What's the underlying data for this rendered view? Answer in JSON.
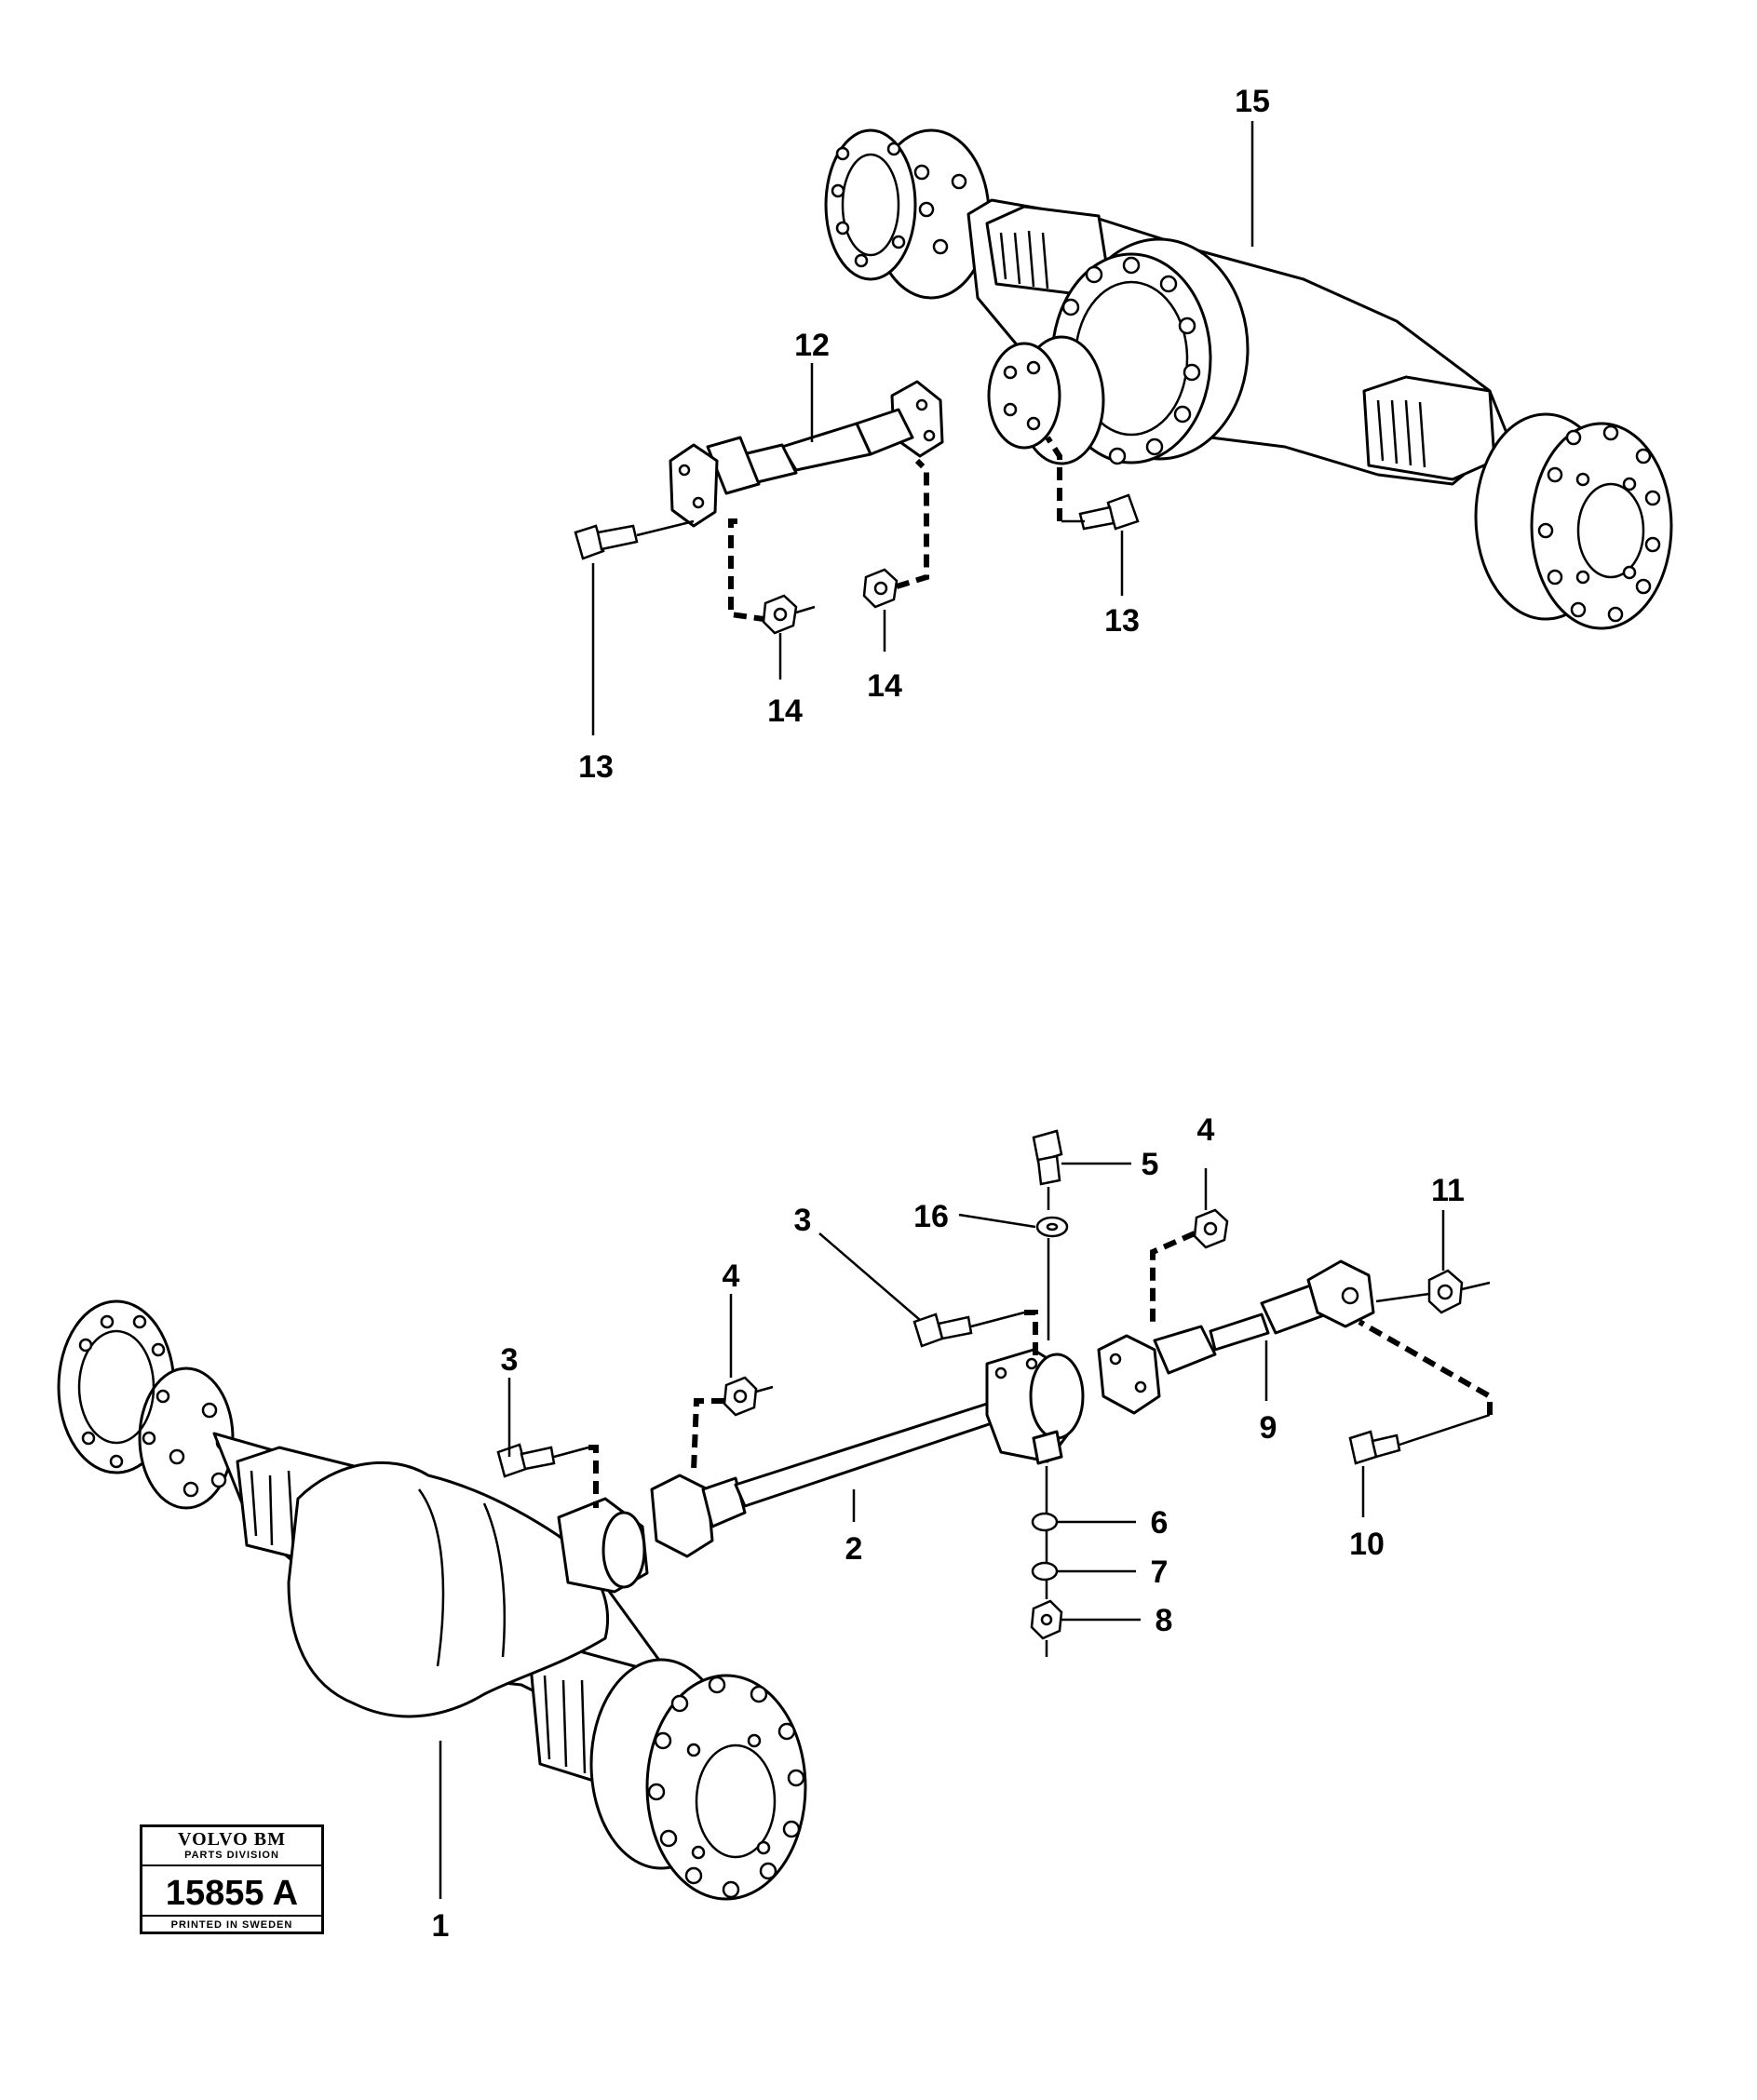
{
  "callouts": {
    "c1": "1",
    "c2": "2",
    "c3a": "3",
    "c3b": "3",
    "c4a": "4",
    "c4b": "4",
    "c5": "5",
    "c6": "6",
    "c7": "7",
    "c8": "8",
    "c9": "9",
    "c10": "10",
    "c11": "11",
    "c12": "12",
    "c13a": "13",
    "c13b": "13",
    "c14a": "14",
    "c14b": "14",
    "c15": "15",
    "c16": "16"
  },
  "stamp": {
    "brand": "VOLVO BM",
    "division": "PARTS DIVISION",
    "number": "15855 A",
    "printed": "PRINTED IN SWEDEN"
  }
}
